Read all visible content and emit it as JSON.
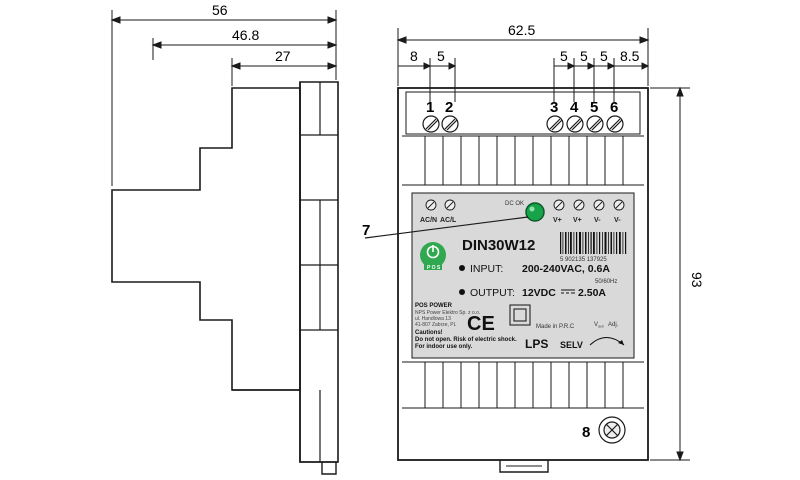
{
  "dimensions": {
    "side_overall": "56",
    "side_mid": "46.8",
    "side_front": "27",
    "front_width": "62.5",
    "pitch_1": "8",
    "pitch_2": "5",
    "pitch_3": "5",
    "pitch_4": "5",
    "pitch_5": "5",
    "pitch_6": "8.5",
    "height": "93"
  },
  "callouts": {
    "t1": "1",
    "t2": "2",
    "t3": "3",
    "t4": "4",
    "t5": "5",
    "t6": "6",
    "led": "7",
    "pot": "8"
  },
  "label": {
    "dc_ok": "DC OK",
    "acn": "AC/N",
    "acl": "AC/L",
    "vplus1": "V+",
    "vplus2": "V+",
    "vminus1": "V-",
    "vminus2": "V-",
    "model": "DIN30W12",
    "input_label": "INPUT:",
    "input_value": "200-240VAC, 0.6A",
    "input_freq": "50/60Hz",
    "output_label": "OUTPUT:",
    "output_value": "12VDC",
    "output_current": "2.50A",
    "barcode": "5 902135 137925",
    "brand": "POS POWER",
    "address_1": "NPS Power Elektro Sp. z o.o.",
    "address_2": "ul. Handlowa 13",
    "address_3": "41-807 Zabrze, PL",
    "ce": "CE",
    "made_in": "Made in P.R.C",
    "vout": "V",
    "vout_sub": "out",
    "adj": "Adj.",
    "caution_1": "Cautions!",
    "caution_2": "Do not open. Risk of electric shock.",
    "caution_3": "For indoor use only.",
    "lps": "LPS",
    "selv": "SELV",
    "logo_text": "P O S"
  },
  "colors": {
    "line": "#1a1a1a",
    "label_bg": "#d9d9d9",
    "housing": "#ffffff",
    "led_green": "#16a34a",
    "logo_green": "#2fa84f"
  }
}
